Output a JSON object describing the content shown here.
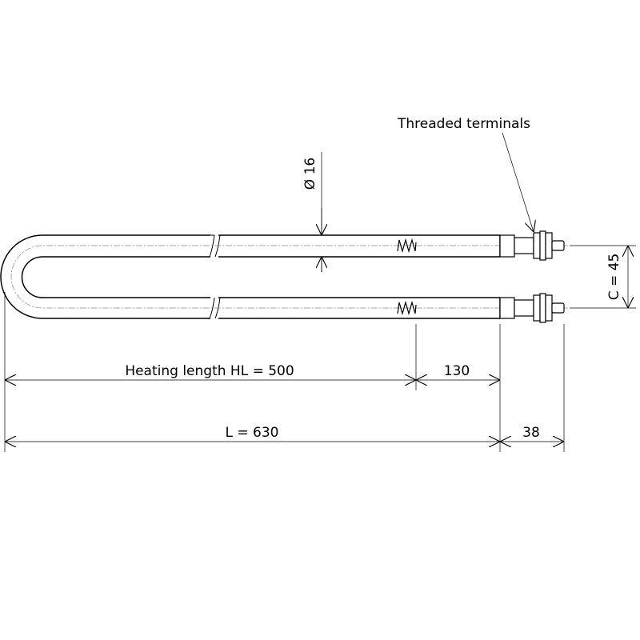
{
  "labels": {
    "threaded_terminals": "Threaded terminals",
    "diameter": "Ø 16",
    "c_spacing": "C = 45",
    "heating_length": "Heating length HL = 500",
    "cold_zone": "130",
    "overall_length": "L = 630",
    "terminal_length": "38"
  },
  "colors": {
    "line": "#000000",
    "centerline": "#888888"
  }
}
